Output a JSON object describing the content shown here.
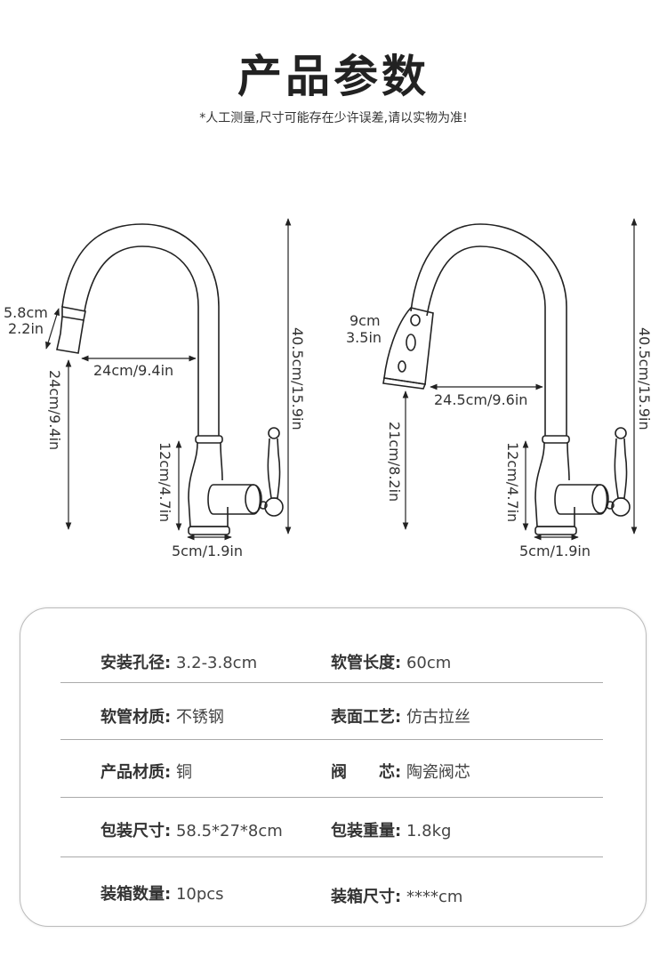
{
  "header": {
    "title": "产品参数",
    "subtitle": "*人工测量,尺寸可能存在少许误差,请以实物为准!"
  },
  "diagram_left": {
    "total_height": "40.5cm/15.9in",
    "spout_reach": "24cm/9.4in",
    "spout_height": "24cm/9.4in",
    "body_height": "12cm/4.7in",
    "base_width": "5cm/1.9in",
    "aerator_cm": "5.8cm",
    "aerator_in": "2.2in"
  },
  "diagram_right": {
    "total_height": "40.5cm/15.9in",
    "spout_reach": "24.5cm/9.6in",
    "spout_height": "21cm/8.2in",
    "body_height": "12cm/4.7in",
    "base_width": "5cm/1.9in",
    "head_cm": "9cm",
    "head_in": "3.5in"
  },
  "specs": [
    {
      "left_key": "安装孔径:",
      "left_val": "3.2-3.8cm",
      "right_key": "软管长度:",
      "right_val": "60cm"
    },
    {
      "left_key": "软管材质:",
      "left_val": "不锈钢",
      "right_key": "表面工艺:",
      "right_val": "仿古拉丝"
    },
    {
      "left_key": "产品材质:",
      "left_val": "铜",
      "right_key": "阀　　芯:",
      "right_val": "陶瓷阀芯"
    },
    {
      "left_key": "包装尺寸:",
      "left_val": "58.5*27*8cm",
      "right_key": "包装重量:",
      "right_val": "1.8kg"
    },
    {
      "left_key": "装箱数量:",
      "left_val": "10pcs",
      "right_key": "装箱尺寸:",
      "right_val": "****cm"
    }
  ]
}
